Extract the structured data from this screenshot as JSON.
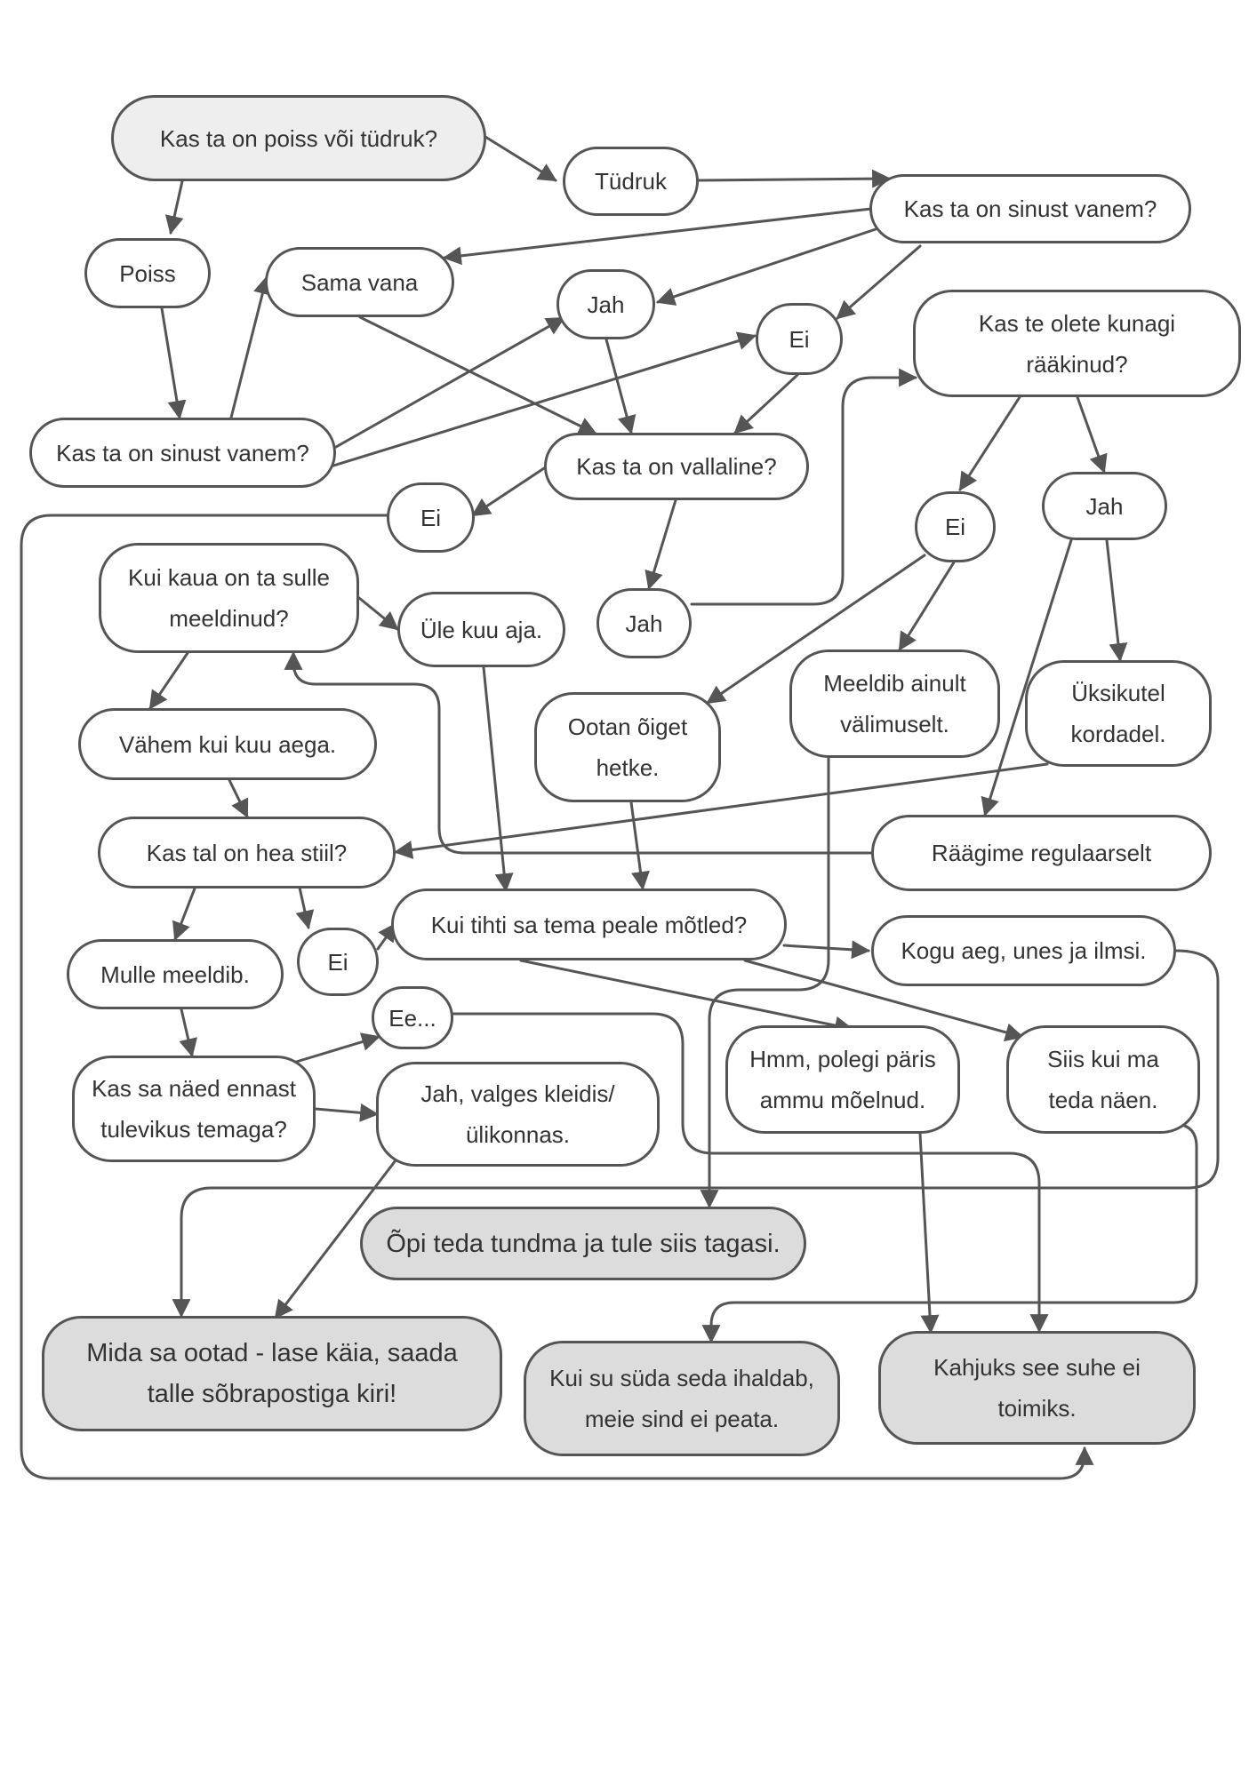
{
  "colors": {
    "stroke": "#555555",
    "text": "#333333",
    "start_fill": "#eeeeee",
    "result_fill": "#dcdcdc",
    "background": "#ffffff"
  },
  "nodes": {
    "q_gender": "Kas ta on poiss või tüdruk?",
    "girl": "Tüdruk",
    "boy": "Poiss",
    "q_older_girl": "Kas ta on sinust vanem?",
    "same_age": "Sama vana",
    "yes_older": "Jah",
    "no_older": "Ei",
    "q_talked": "Kas te olete kunagi\nrääkinud?",
    "q_older_boy": "Kas ta on sinust vanem?",
    "q_single": "Kas ta on vallaline?",
    "no_single": "Ei",
    "no_talked": "Ei",
    "yes_talked": "Jah",
    "q_how_long": "Kui kaua on ta sulle\nmeeldinud?",
    "over_month": "Üle kuu aja.",
    "yes_single": "Jah",
    "looks_only": "Meeldib ainult\nvälimuselt.",
    "occasionally": "Üksikutel\nkordadel.",
    "waiting": "Ootan õiget\nhetke.",
    "less_month": "Vähem kui kuu aega.",
    "q_style": "Kas tal on hea stiil?",
    "talk_regularly": "Räägime regulaarselt",
    "q_how_often": "Kui tihti sa tema peale mõtled?",
    "no_style": "Ei",
    "all_the_time": "Kogu aeg, unes ja ilmsi.",
    "i_like": "Mulle meeldib.",
    "hmm": "Ee...",
    "hmm_never": "Hmm, polegi päris\nammu mõelnud.",
    "when_see": "Siis kui ma\nteda näen.",
    "q_future": "Kas sa näed ennast\ntulevikus temaga?",
    "yes_dress": "Jah, valges kleidis/\nülikonnas.",
    "res_get_know": "Õpi teda tundma ja tule siis tagasi.",
    "res_go": "Mida sa ootad - lase käia, saada\ntalle sõbrapostiga kiri!",
    "res_heart": "Kui su süda seda ihaldab,\nmeie sind ei peata.",
    "res_wont_work": "Kahjuks see suhe ei\ntoimiks."
  }
}
